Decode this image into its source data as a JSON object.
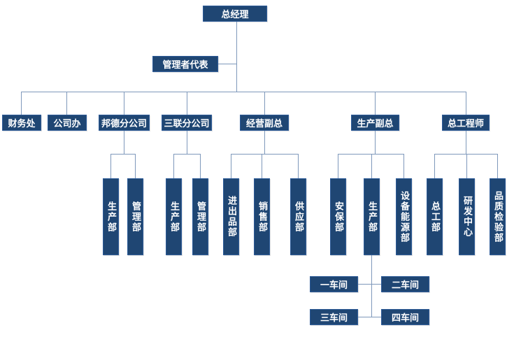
{
  "colors": {
    "box_fill": "#1f4673",
    "box_border": "#2e5c99",
    "line_color": "#7e98bb",
    "text_color": "#ffffff",
    "page_bg": "#ffffff"
  },
  "org": {
    "root": {
      "label": "总经理"
    },
    "assistant": {
      "label": "管理者代表"
    },
    "departments": [
      {
        "label": "财务处",
        "children": []
      },
      {
        "label": "公司办",
        "children": []
      },
      {
        "label": "邦德分公司",
        "children": [
          "生产部",
          "管理部"
        ]
      },
      {
        "label": "三联分公司",
        "children": [
          "生产部",
          "管理部"
        ]
      },
      {
        "label": "经营副总",
        "children": [
          "进出品部",
          "销售部",
          "供应部"
        ]
      },
      {
        "label": "生产副总",
        "children": [
          "安保部",
          "生产部",
          "设备能源部"
        ]
      },
      {
        "label": "总工程师",
        "children": [
          "总工部",
          "研发中心",
          "品质检验部"
        ]
      }
    ],
    "workshops": [
      "一车间",
      "二车间",
      "三车间",
      "四车间"
    ]
  }
}
